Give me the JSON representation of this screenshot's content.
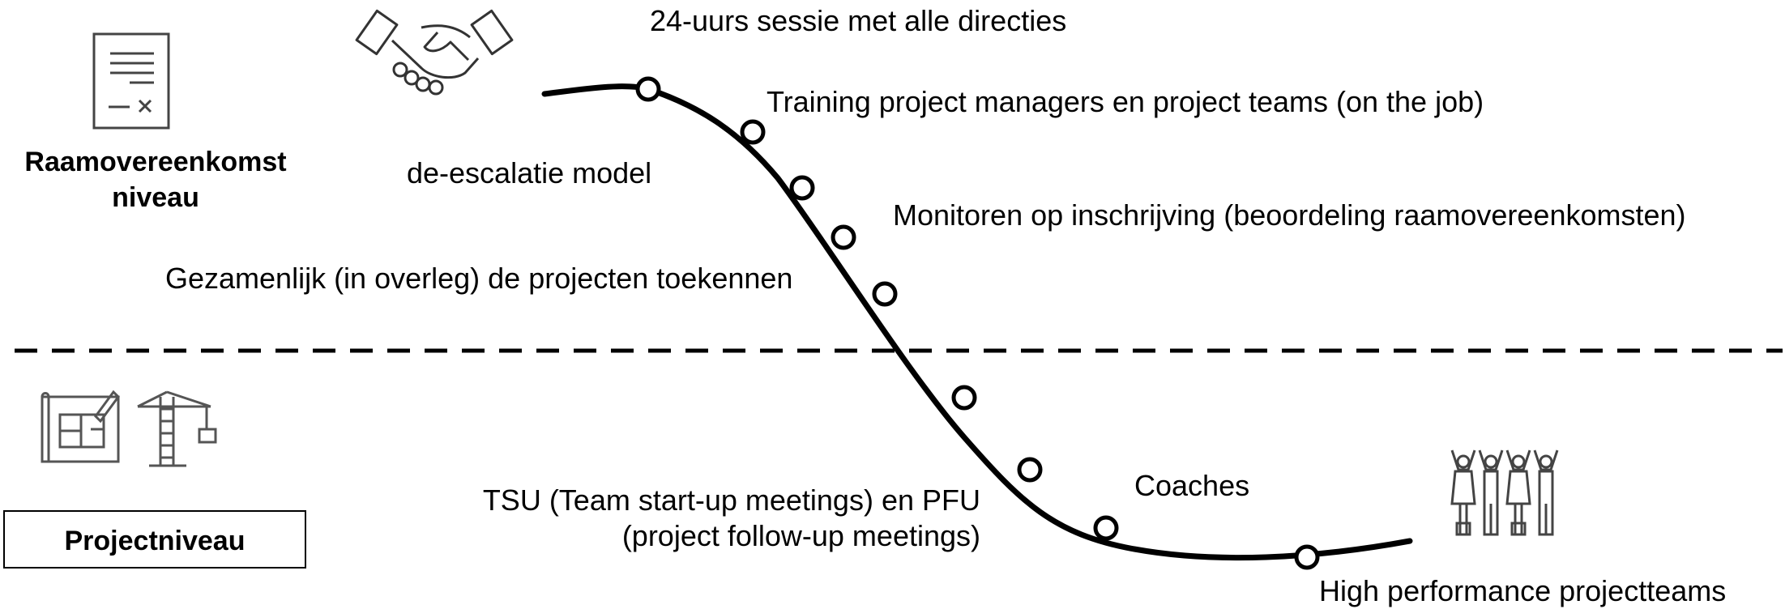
{
  "levels": {
    "top": {
      "line1": "Raamovereenkomst",
      "line2": "niveau"
    },
    "bottom": {
      "label": "Projectniveau"
    }
  },
  "milestones": {
    "deescalatie": "de-escalatie model",
    "sessie": "24-uurs sessie met alle directies",
    "training": "Training project managers en project teams (on the job)",
    "monitoren": "Monitoren op inschrijving (beoordeling raamovereenkomsten)",
    "gezamenlijk": "Gezamenlijk (in overleg) de projecten toekennen",
    "tsu_line1": "TSU (Team start-up meetings) en PFU",
    "tsu_line2": "(project follow-up meetings)",
    "coaches": "Coaches",
    "high_performance": "High performance projectteams"
  },
  "icons": {
    "document": "contract-document-icon",
    "handshake": "handshake-icon",
    "blueprint": "blueprint-icon",
    "crane": "crane-icon",
    "team": "cheering-team-icon"
  }
}
